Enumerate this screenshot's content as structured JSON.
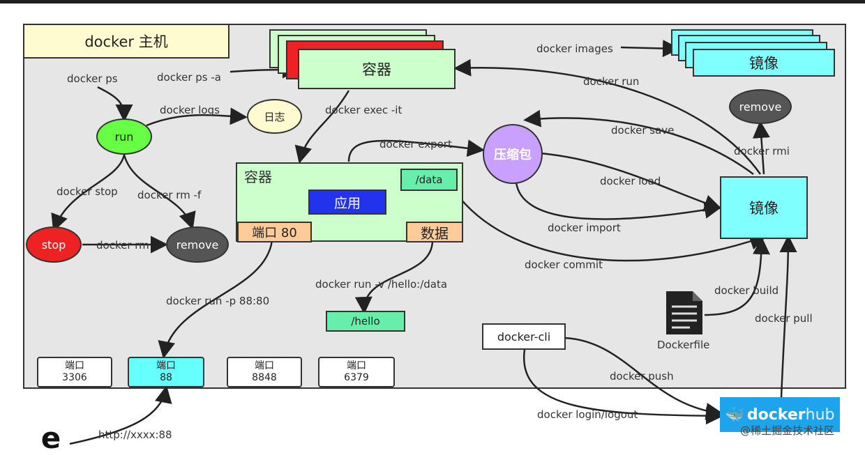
{
  "host_title": "docker 主机",
  "images_stack": "镜像",
  "containers_stack": "容器",
  "container_inner": {
    "title": "容器",
    "app": "应用",
    "port": "端口 80",
    "data": "数据",
    "data_dir": "/data"
  },
  "archive": "压缩包",
  "image_main": "镜像",
  "log_node": "日志",
  "state_nodes": {
    "run": "run",
    "stop": "stop",
    "remove_container": "remove",
    "remove_image": "remove"
  },
  "hello_dir": "/hello",
  "docker_cli": "docker-cli",
  "dockerfile": "Dockerfile",
  "hub": {
    "name": "docker",
    "suffix": "hub"
  },
  "ports": [
    {
      "label": "端口",
      "number": "3306"
    },
    {
      "label": "端口",
      "number": "88"
    },
    {
      "label": "端口",
      "number": "8848"
    },
    {
      "label": "端口",
      "number": "6379"
    }
  ],
  "commands": {
    "ps": "docker ps",
    "ps_a": "docker ps -a",
    "logs": "docker logs",
    "exec": "docker exec -it",
    "stop": "docker stop",
    "rm_f": "docker rm -f",
    "rm": "docker rm",
    "export": "docker export",
    "images": "docker images",
    "run": "docker run",
    "save": "docker save",
    "rmi": "docker rmi",
    "load": "docker load",
    "import": "docker import",
    "commit": "docker commit",
    "run_v": "docker run -v /hello:/data",
    "run_p": "docker run -p 88:80",
    "build": "docker build",
    "pull": "docker pull",
    "push": "docker push",
    "login": "docker login/logout",
    "http": "http://xxxx:88"
  },
  "watermark": "@稀土掘金技术社区",
  "colors": {
    "green": "#ccffcc",
    "red": "#ee2222",
    "cyan": "#80ffff",
    "purple": "#c9a0ff",
    "blue": "#2233ee",
    "orange": "#ffcc99",
    "teal": "#66eeaa",
    "gray": "#555555"
  }
}
